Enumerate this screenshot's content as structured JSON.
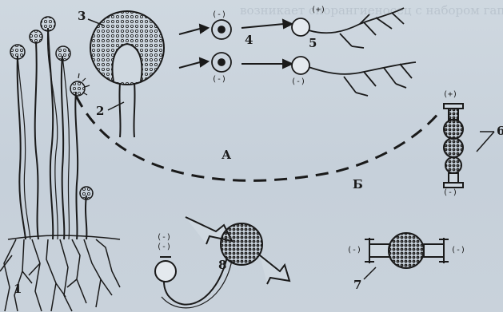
{
  "figure": {
    "labels": [
      "1",
      "2",
      "3",
      "4",
      "5",
      "6",
      "7",
      "8"
    ],
    "regions": [
      "А",
      "Б"
    ],
    "signs": {
      "plus": "(+)",
      "minus": "(-)"
    }
  },
  "bleed_through_text": [
    "...",
    "возникает спорангиеносец с набором гаплоидных спор ..."
  ]
}
